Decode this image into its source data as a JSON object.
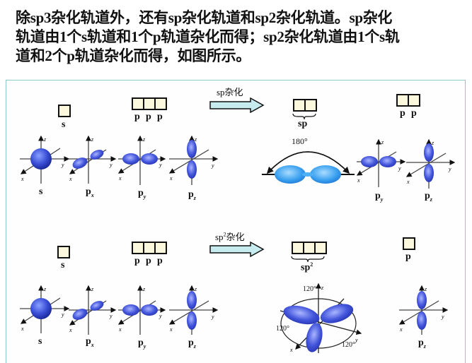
{
  "intro": {
    "lines": [
      "除sp3杂化轨道外，还有sp杂化轨道和sp2杂化轨道。sp杂化",
      "轨道由1个s轨道和1个p轨道杂化而得；sp2杂化轨道由1个s轨",
      "道和2个p轨道杂化而得，如图所示。"
    ]
  },
  "colors": {
    "panel_border": "#8cc9cf",
    "box_fill": "#fbf8de",
    "orbital_blue": "#3a4fd6",
    "sp_orbital_blue": "#3aa0ef",
    "arrow_fill": "#c6ecf0"
  },
  "sp_section": {
    "s_box_label": "s",
    "p_boxes_labels": [
      "p",
      "p",
      "p"
    ],
    "arrow_label": "sp杂化",
    "hybrid_label": "sp",
    "remaining_p_labels": [
      "p",
      "p"
    ],
    "angle_label": "180°",
    "orbitals": [
      {
        "label": "s",
        "sub": ""
      },
      {
        "label": "p",
        "sub": "x"
      },
      {
        "label": "p",
        "sub": "y"
      },
      {
        "label": "p",
        "sub": "z"
      }
    ],
    "remaining_orbitals": [
      {
        "label": "p",
        "sub": "y"
      },
      {
        "label": "p",
        "sub": "z"
      }
    ]
  },
  "sp2_section": {
    "s_box_label": "s",
    "p_boxes_labels": [
      "p",
      "p",
      "p"
    ],
    "arrow_label_base": "sp",
    "arrow_label_sup": "2",
    "arrow_label_suffix": "杂化",
    "hybrid_label_base": "sp",
    "hybrid_label_sup": "2",
    "remaining_p_label": "p",
    "angle_labels": [
      "120°",
      "120°",
      "120°"
    ],
    "orbitals": [
      {
        "label": "s",
        "sub": ""
      },
      {
        "label": "p",
        "sub": "x"
      },
      {
        "label": "p",
        "sub": "y"
      },
      {
        "label": "p",
        "sub": "z"
      }
    ],
    "remaining_orbitals": [
      {
        "label": "p",
        "sub": "z"
      }
    ]
  },
  "axes": {
    "x": "x",
    "y": "y",
    "z": "z"
  }
}
